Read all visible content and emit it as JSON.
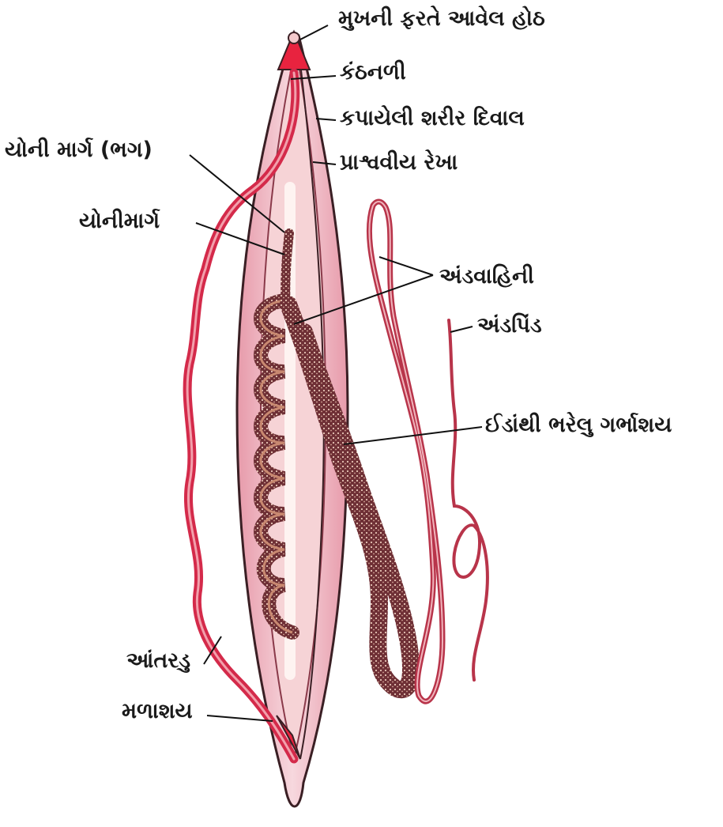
{
  "diagram": {
    "labels": {
      "lips_around_mouth": "મુખની ફરતે આવેલ હોઠ",
      "pharynx": "કંઠનળી",
      "cut_body_wall": "કપાયેલી શરીર દિવાલ",
      "lateral_line": "પ્રાશ્વવીય રેખા",
      "vulva": "યોની માર્ગ (ભગ)",
      "vagina": "યોનીમાર્ગ",
      "oviduct": "અંડવાહિની",
      "ovary": "અંડપિંડ",
      "uterus_with_eggs": "ઈડાંથી ભરેલુ ગર્ભાશય",
      "intestine": "આંતરડુ",
      "rectum": "મળાશય"
    },
    "colors": {
      "body": "#f3c4cf",
      "body_inner": "#f7d8de",
      "body_outline": "#3a1f24",
      "intestine": "#d42a4a",
      "lips": "#e8233f",
      "uterus": "#7a3a3a",
      "oviduct": "#b8344a"
    }
  }
}
